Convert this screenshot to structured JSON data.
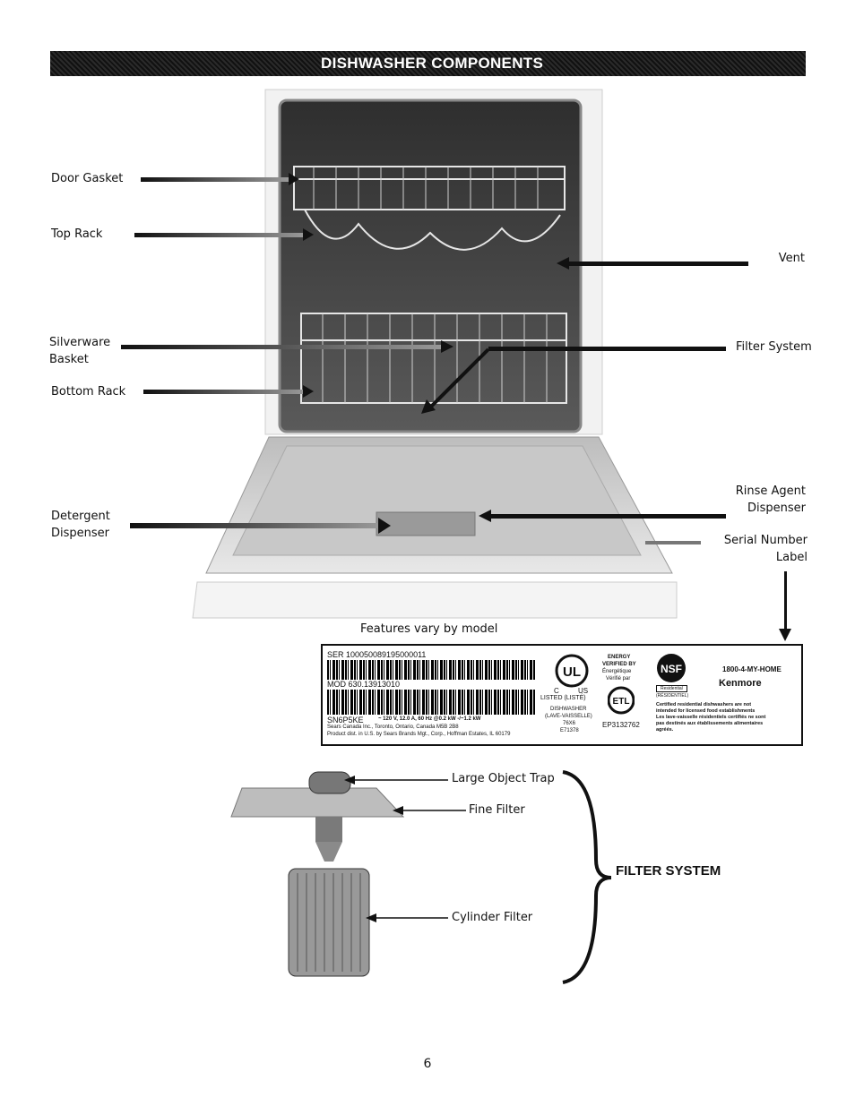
{
  "header": {
    "title": "DISHWASHER COMPONENTS"
  },
  "labels": {
    "door_gasket": "Door Gasket",
    "top_rack": "Top Rack",
    "silverware_basket_1": "Silverware",
    "silverware_basket_2": "Basket",
    "bottom_rack": "Bottom Rack",
    "detergent_1": "Detergent",
    "detergent_2": "Dispenser",
    "vent": "Vent",
    "filter_system": "Filter System",
    "rinse_agent_1": "Rinse Agent",
    "rinse_agent_2": "Dispenser",
    "serial_1": "Serial Number",
    "serial_2": "Label"
  },
  "caption": "Features vary by model",
  "rating_label": {
    "ser": "SER 100050089195000011",
    "mod": "MOD 630.13913010",
    "model_code": "SN6P5KE",
    "electrical": "~ 120 V, 12.0 A, 60 Hz  @0.2 kW  -/~1.2 kW",
    "canada": "Sears Canada Inc., Toronto, Ontario, Canada M5B 2B8",
    "us": "Product dist. in U.S. by Sears Brands Mgt., Corp., Hoffman Estates, IL 60179",
    "ul_c": "C",
    "ul_us": "US",
    "listed": "LISTED (LISTÉ)",
    "dishwasher": "DISHWASHER",
    "lave": "(LAVE-VAISSELLE)",
    "code1": "76X6",
    "code2": "E71378",
    "energy": "ENERGY",
    "verified": "VERIFIED BY",
    "energetique": "Énergétique",
    "verifie": "Vérifié par",
    "ep": "EP3132762",
    "phone": "1800-4-MY-HOME",
    "residential": "Residential",
    "residentiel": "(RÉSIDENTIEL)",
    "brand": "Kenmore",
    "cert1": "Certified residential dishwashers are not",
    "cert2": "intended for licensed food establishments",
    "cert3": "Les lave-vaisselle résidentiels certifiés ne sont",
    "cert4": "pas destinés aux établissements alimentaires",
    "cert5": "agréés.",
    "nsf": "NSF",
    "etl": "ETL",
    "ul": "UL"
  },
  "filter": {
    "large_object_trap": "Large Object Trap",
    "fine_filter": "Fine Filter",
    "cylinder_filter": "Cylinder Filter",
    "title": "FILTER SYSTEM"
  },
  "page_number": "6"
}
